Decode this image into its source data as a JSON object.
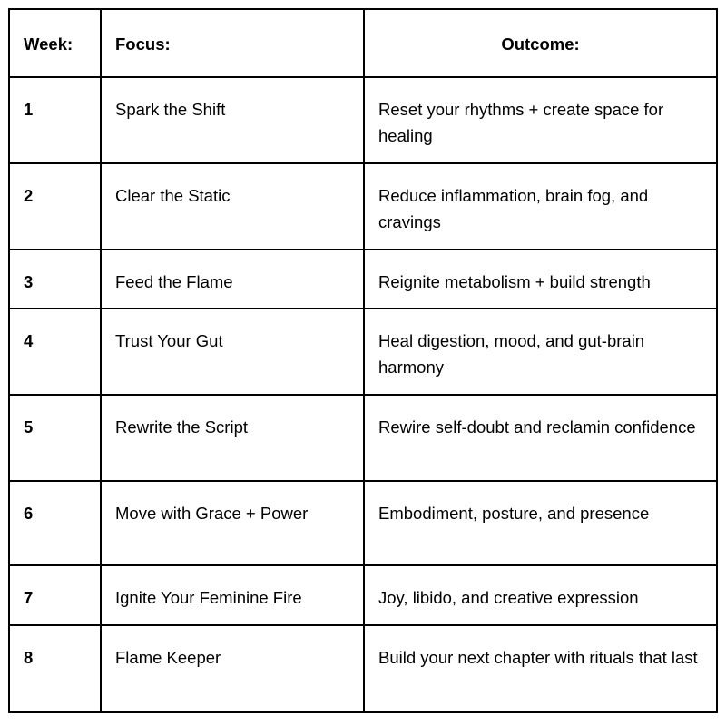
{
  "headers": {
    "week": "Week:",
    "focus": "Focus:",
    "outcome": "Outcome:"
  },
  "rows": [
    {
      "week": "1",
      "focus": "Spark the Shift",
      "outcome": "Reset your rhythms + create space for healing"
    },
    {
      "week": "2",
      "focus": "Clear the Static",
      "outcome": "Reduce inflammation, brain fog, and cravings"
    },
    {
      "week": "3",
      "focus": "Feed the Flame",
      "outcome": "Reignite metabolism + build strength"
    },
    {
      "week": "4",
      "focus": "Trust Your Gut",
      "outcome": "Heal digestion, mood, and gut-brain harmony"
    },
    {
      "week": "5",
      "focus": "Rewrite the Script",
      "outcome": "Rewire self-doubt and reclamin confidence"
    },
    {
      "week": "6",
      "focus": "Move with Grace + Power",
      "outcome": "Embodiment, posture, and presence"
    },
    {
      "week": "7",
      "focus": "Ignite Your Feminine Fire",
      "outcome": "Joy, libido, and creative expression"
    },
    {
      "week": "8",
      "focus": "Flame Keeper",
      "outcome": "Build your next chapter with rituals that last"
    }
  ]
}
